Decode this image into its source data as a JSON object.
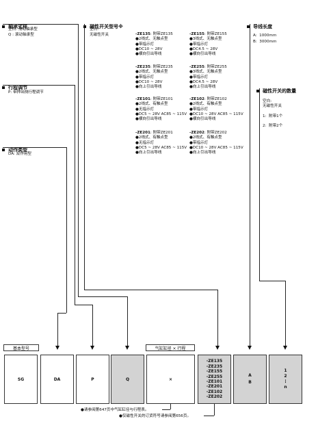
{
  "bearing": {
    "title": "轴承式样",
    "lines": [
      "空白: 滑动轴承型",
      "Q : 滚动轴承型"
    ]
  },
  "stroke_adjust": {
    "title": "行程调节",
    "lines": [
      "P: 带押出侧行程调节"
    ]
  },
  "action": {
    "title": "动作类型",
    "lines": [
      "DA: 双作用型"
    ]
  },
  "switch_model": {
    "title": "磁性开关型号",
    "note_mark": "※",
    "lines": [
      "空白:",
      "无磁性开关"
    ],
    "cells": [
      {
        "head": "ZE135",
        "head_suffix": ": 附带ZE135",
        "lines": [
          "●2线式、无触点型",
          "●带指示灯",
          "●DC10 ~ 28V",
          "●横向引出导线"
        ]
      },
      {
        "head": "ZE155",
        "head_suffix": ": 附带ZE155",
        "lines": [
          "●3线式、无触点型",
          "●带指示灯",
          "●DC4.5 ~ 28V",
          "●横向引出导线"
        ]
      },
      {
        "head": "ZE235",
        "head_suffix": ": 附带ZE235",
        "lines": [
          "●2线式、无触点型",
          "●带指示灯",
          "●DC10 ~ 28V",
          "●向上引出导线"
        ]
      },
      {
        "head": "ZE255",
        "head_suffix": ": 附带ZE255",
        "lines": [
          "●3线式、无触点型",
          "●带指示灯",
          "●DC4.5 ~ 28V",
          "●向上引出导线"
        ]
      },
      {
        "head": "ZE101",
        "head_suffix": ": 附带ZE101",
        "lines": [
          "●2线式、有触点型",
          "●无指示灯",
          "●DC5 ~ 28V AC85 ~ 115V",
          "●横向引出导线"
        ]
      },
      {
        "head": "ZE102",
        "head_suffix": ": 附带ZE102",
        "lines": [
          "●2线式、有触点型",
          "●带指示灯",
          "●DC10 ~ 28V AC85 ~ 115V",
          "●横向引出导线"
        ]
      },
      {
        "head": "ZE201",
        "head_suffix": ": 附带ZE201",
        "lines": [
          "●2线式、有触点型",
          "●无指示灯",
          "●DC5 ~ 28V AC85 ~ 115V",
          "●向上引出导线"
        ]
      },
      {
        "head": "ZE202",
        "head_suffix": ": 附带ZE202",
        "lines": [
          "●2线式、有触点型",
          "●带指示灯",
          "●DC10 ~ 28V AC85 ~ 115V",
          "●向上引出导线"
        ]
      }
    ]
  },
  "lead_length": {
    "title": "导线长度",
    "lines": [
      "A:  1000mm",
      "B:  3000mm"
    ]
  },
  "switch_qty": {
    "title": "磁性开关的数量",
    "lines": [
      "空白:",
      "无磁性开关",
      "",
      "1:  附带1个",
      "",
      "2:  附带2个"
    ]
  },
  "labels": {
    "basic_model": "基本型号",
    "bore_stroke": "气缸缸径 × 行程"
  },
  "boxes": {
    "sg": "SG",
    "da": "DA",
    "p": "P",
    "q": "Q",
    "bore": "×",
    "switch_list": [
      "-ZE135",
      "-ZE235",
      "-ZE155",
      "-ZE255",
      "-ZE101",
      "-ZE201",
      "-ZE102",
      "-ZE202"
    ],
    "lead": [
      "A",
      "B"
    ],
    "qty": [
      "1",
      "2",
      "⋮",
      "n"
    ]
  },
  "notes": {
    "note1": "●请参阅第647页中气缸缸径与行程表。",
    "note2": "●仅磁性开关的订货符号请参阅第656页。"
  }
}
